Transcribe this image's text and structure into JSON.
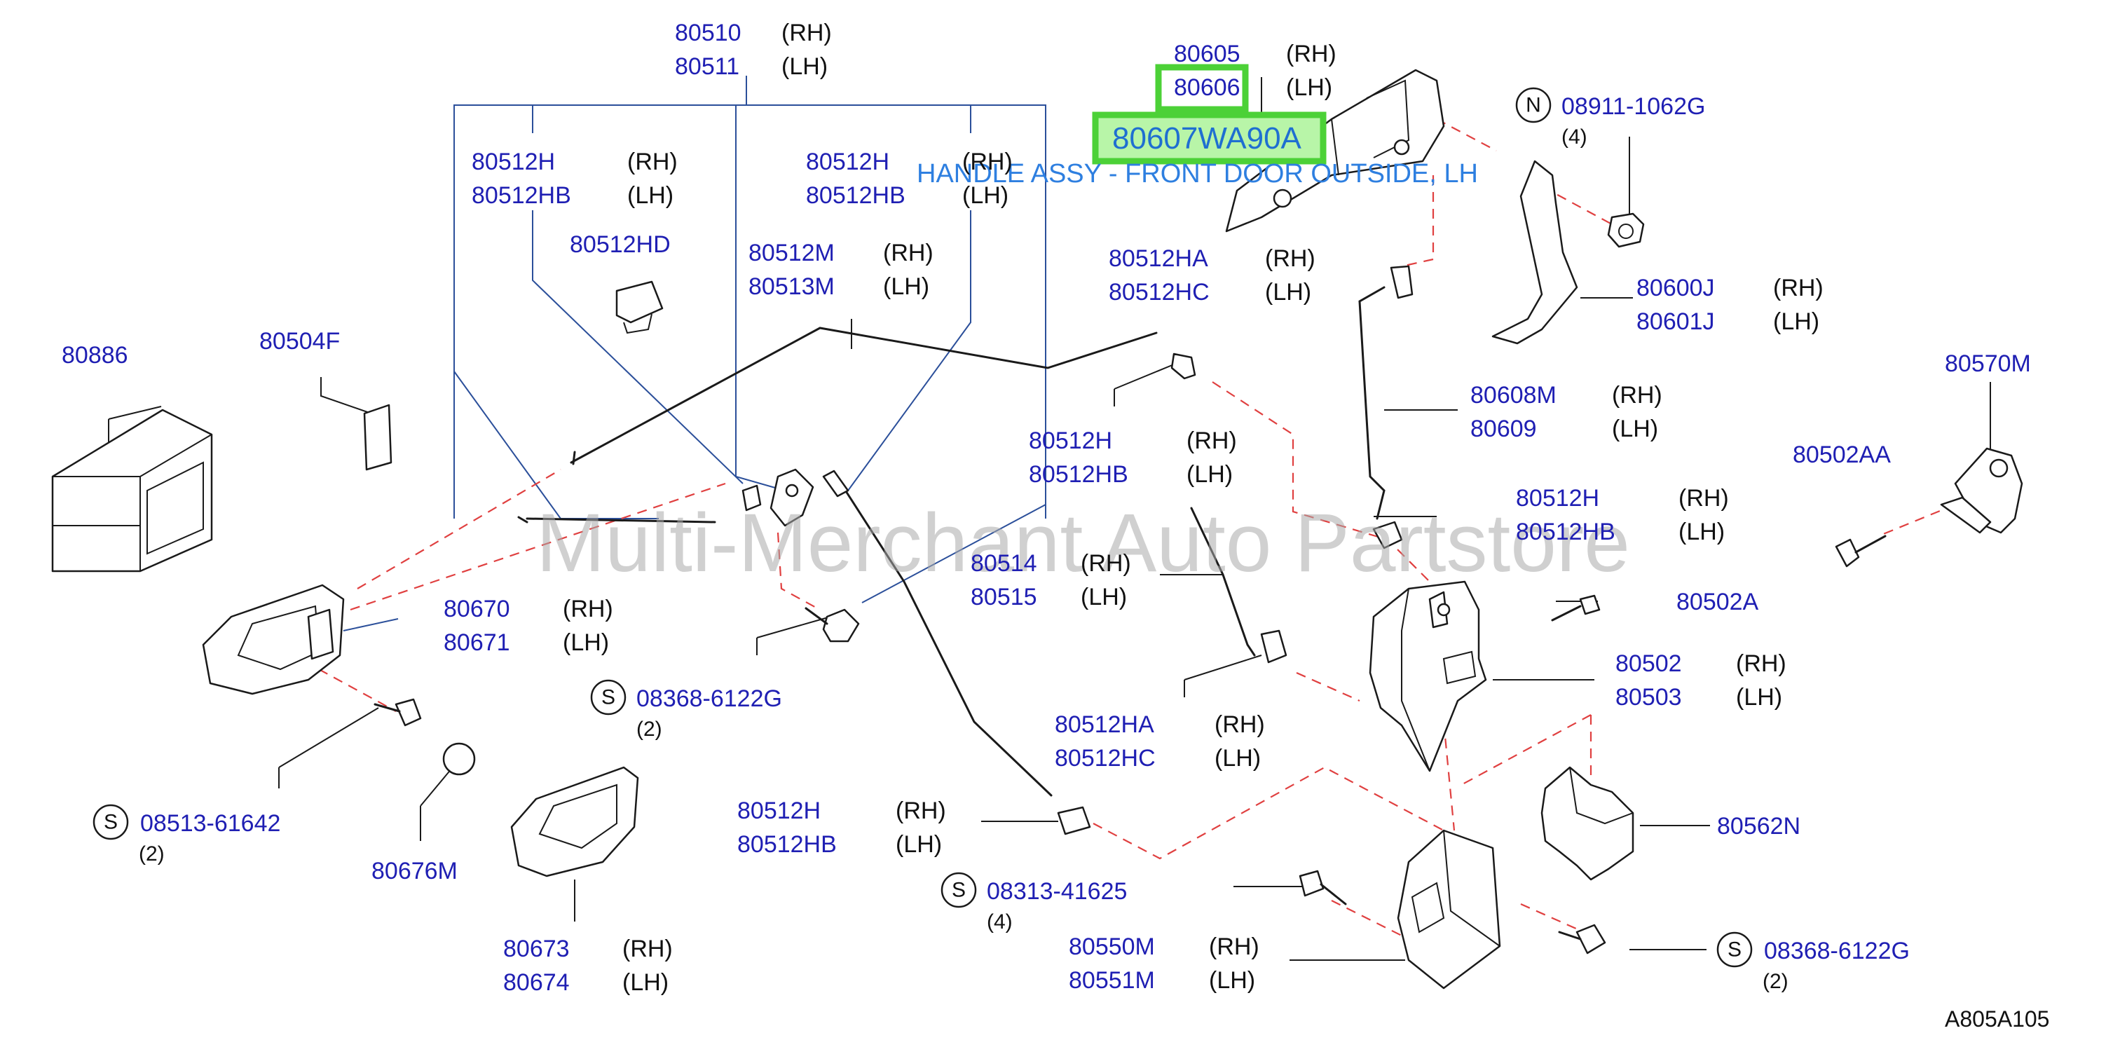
{
  "labels": {
    "l80510": {
      "pn": "80510",
      "side": "(RH)"
    },
    "l80511": {
      "pn": "80511",
      "side": "(LH)"
    },
    "l80605": {
      "pn": "80605",
      "side": "(RH)"
    },
    "l80606": {
      "pn": "80606",
      "side": "(LH)"
    },
    "l80607": {
      "pn": "80607WA90A"
    },
    "l08911": {
      "prefix": "N",
      "pn": "08911-1062G",
      "qty": "(4)"
    },
    "l80512H_a": {
      "pn": "80512H",
      "side": "(RH)"
    },
    "l80512HB_a": {
      "pn": "80512HB",
      "side": "(LH)"
    },
    "l80512H_b": {
      "pn": "80512H",
      "side": "(RH)"
    },
    "l80512HB_b": {
      "pn": "80512HB",
      "side": "(LH)"
    },
    "l80512HD": {
      "pn": "80512HD"
    },
    "l80512M": {
      "pn": "80512M",
      "side": "(RH)"
    },
    "l80513M": {
      "pn": "80513M",
      "side": "(LH)"
    },
    "l80512HA_a": {
      "pn": "80512HA",
      "side": "(RH)"
    },
    "l80512HC_a": {
      "pn": "80512HC",
      "side": "(LH)"
    },
    "l80600J": {
      "pn": "80600J",
      "side": "(RH)"
    },
    "l80601J": {
      "pn": "80601J",
      "side": "(LH)"
    },
    "l80886": {
      "pn": "80886"
    },
    "l80504F": {
      "pn": "80504F"
    },
    "l80570M": {
      "pn": "80570M"
    },
    "l80608M": {
      "pn": "80608M",
      "side": "(RH)"
    },
    "l80609": {
      "pn": "80609",
      "side": "(LH)"
    },
    "l80512H_c": {
      "pn": "80512H",
      "side": "(RH)"
    },
    "l80512HB_c": {
      "pn": "80512HB",
      "side": "(LH)"
    },
    "l80502AA": {
      "pn": "80502AA"
    },
    "l80512H_d": {
      "pn": "80512H",
      "side": "(RH)"
    },
    "l80512HB_d": {
      "pn": "80512HB",
      "side": "(LH)"
    },
    "l80514": {
      "pn": "80514",
      "side": "(RH)"
    },
    "l80515": {
      "pn": "80515",
      "side": "(LH)"
    },
    "l80502A": {
      "pn": "80502A"
    },
    "l80670": {
      "pn": "80670",
      "side": "(RH)"
    },
    "l80671": {
      "pn": "80671",
      "side": "(LH)"
    },
    "l80502": {
      "pn": "80502",
      "side": "(RH)"
    },
    "l80503": {
      "pn": "80503",
      "side": "(LH)"
    },
    "l08368a": {
      "prefix": "S",
      "pn": "08368-6122G",
      "qty": "(2)"
    },
    "l80512HA_b": {
      "pn": "80512HA",
      "side": "(RH)"
    },
    "l80512HC_b": {
      "pn": "80512HC",
      "side": "(LH)"
    },
    "l08513": {
      "prefix": "S",
      "pn": "08513-61642",
      "qty": "(2)"
    },
    "l80512H_e": {
      "pn": "80512H",
      "side": "(RH)"
    },
    "l80512HB_e": {
      "pn": "80512HB",
      "side": "(LH)"
    },
    "l80562N": {
      "pn": "80562N"
    },
    "l80676M": {
      "pn": "80676M"
    },
    "l08313": {
      "prefix": "S",
      "pn": "08313-41625",
      "qty": "(4)"
    },
    "l80673": {
      "pn": "80673",
      "side": "(RH)"
    },
    "l80674": {
      "pn": "80674",
      "side": "(LH)"
    },
    "l80550M": {
      "pn": "80550M",
      "side": "(RH)"
    },
    "l80551M": {
      "pn": "80551M",
      "side": "(LH)"
    },
    "l08368b": {
      "prefix": "S",
      "pn": "08368-6122G",
      "qty": "(2)"
    }
  },
  "tooltip": "HANDLE ASSY - FRONT DOOR OUTSIDE, LH",
  "watermark": "Multi-Merchant Auto Partstore",
  "diagram_ref": "A805A105",
  "colors": {
    "part_number": "#1f1fb3",
    "highlight": "#4cd137",
    "tooltip": "#2e7fe0",
    "leader_line": "#2b4f9a",
    "dashed_line": "#e04040"
  }
}
